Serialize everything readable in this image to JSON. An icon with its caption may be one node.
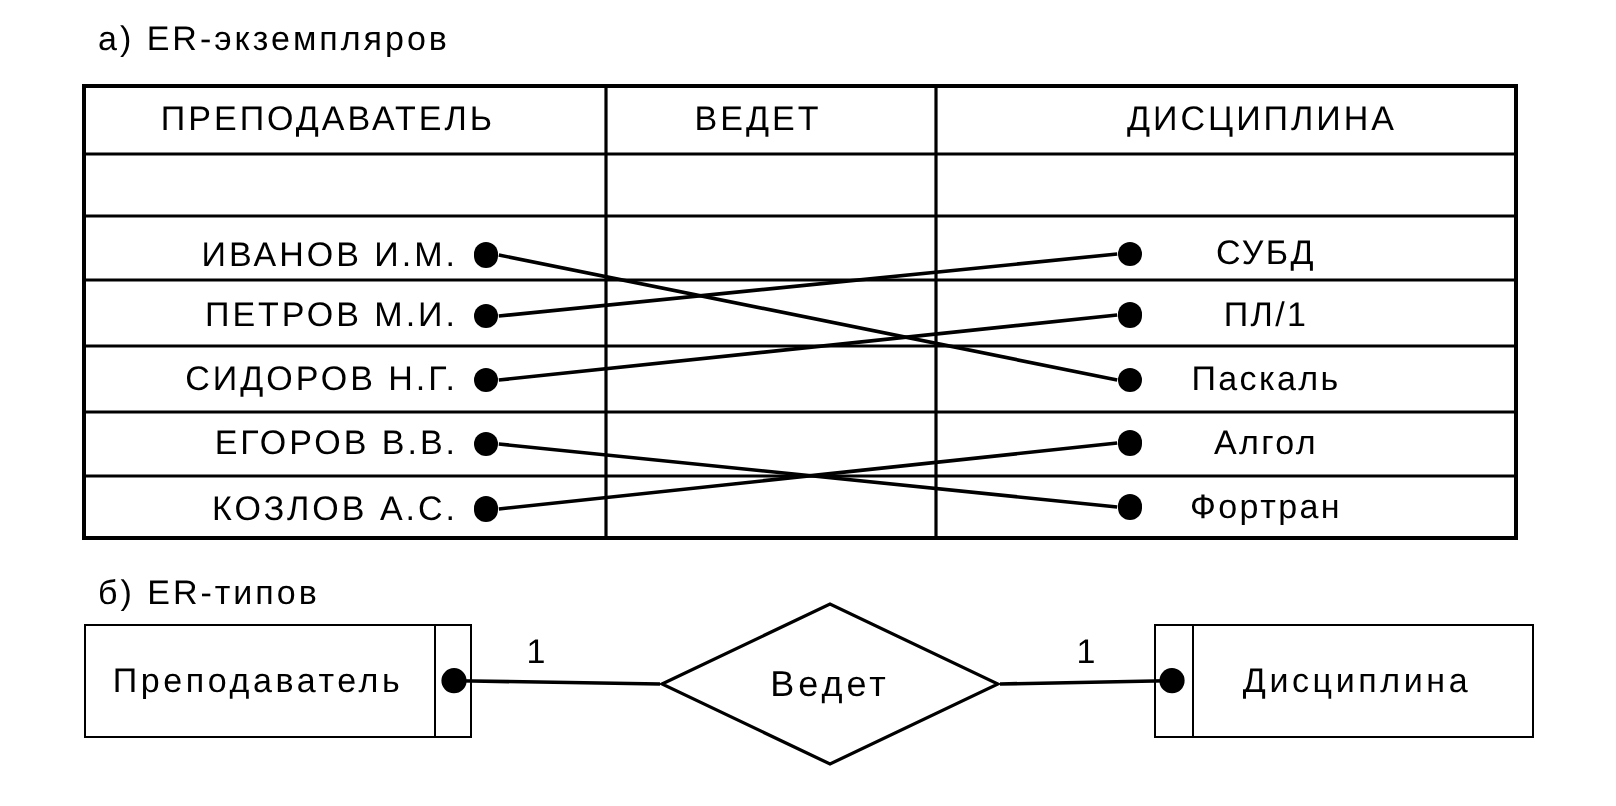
{
  "diagram": {
    "nodes": [
      {
        "text": [],
        "shape": "circle",
        "beside": [
          "ИВАНОВ И.М."
        ]
      },
      {
        "text": [],
        "shape": "circle",
        "beside": [
          "ПЕТРОВ М.И."
        ]
      },
      {
        "text": [],
        "shape": "circle",
        "beside": [
          "СИДОРОВ Н.Г."
        ]
      },
      {
        "text": [],
        "shape": "circle",
        "beside": [
          "ЕГОРОВ В.В."
        ]
      },
      {
        "text": [],
        "shape": "circle",
        "beside": [
          "КОЗЛОВ А.С."
        ]
      },
      {
        "text": [],
        "shape": "circle",
        "beside": [
          "СУБД"
        ]
      },
      {
        "text": [],
        "shape": "circle",
        "beside": [
          "ПЛ/1"
        ]
      },
      {
        "text": [],
        "shape": "circle",
        "beside": [
          "Паскаль"
        ]
      },
      {
        "text": [],
        "shape": "circle",
        "beside": [
          "Алгол"
        ]
      },
      {
        "text": [],
        "shape": "circle",
        "beside": [
          "Фортран"
        ]
      },
      {
        "text": [
          "Преподаватель"
        ]
      },
      {
        "text": [
          "Ведет"
        ]
      },
      {
        "text": [
          "Дисциплина"
        ]
      }
    ],
    "edges": [
      {
        "from": 0,
        "to": 7,
        "arrow": "none"
      },
      {
        "from": 1,
        "to": 5,
        "arrow": "none"
      },
      {
        "from": 2,
        "to": 6,
        "arrow": "none"
      },
      {
        "from": 3,
        "to": 9,
        "arrow": "none"
      },
      {
        "from": 4,
        "to": 8,
        "arrow": "none"
      },
      {
        "from": 10,
        "to": 11,
        "arrow": "other",
        "label": "1"
      },
      {
        "from": 11,
        "to": 12,
        "arrow": "other",
        "label": "1"
      }
    ],
    "labels": [
      "а) ER-экземпляров",
      "ПРЕПОДАВАТЕЛЬ",
      "ВЕДЕТ",
      "ДИСЦИПЛИНА",
      "б) ER-типов"
    ]
  }
}
